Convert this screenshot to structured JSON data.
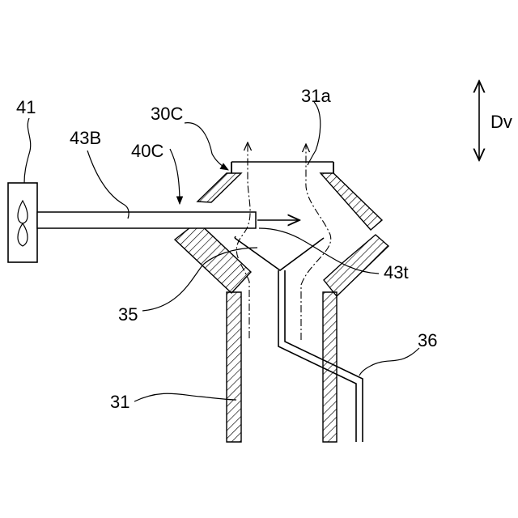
{
  "labels": {
    "fan": "41",
    "tube": "43B",
    "nozzle": "40C",
    "hood": "30C",
    "outlet": "31a",
    "direction": "Dv",
    "tube_tip": "43t",
    "baffle": "35",
    "wire": "36",
    "pipe": "31"
  }
}
